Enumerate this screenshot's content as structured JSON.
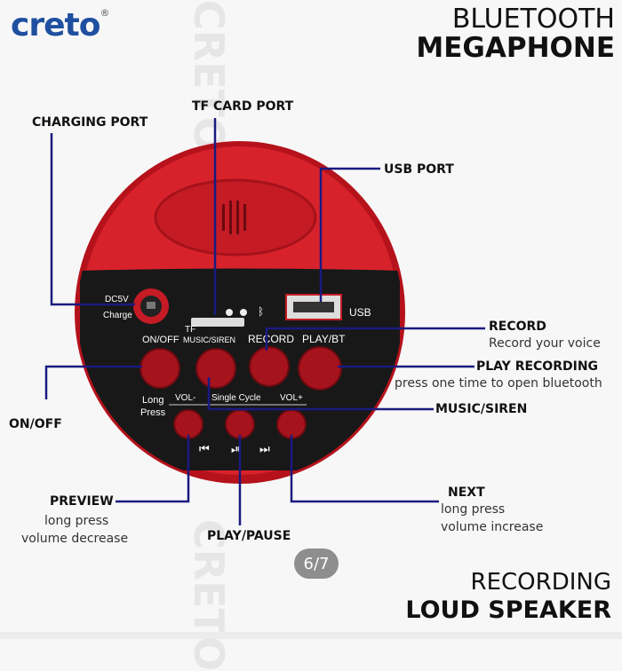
{
  "brand": {
    "name": "creto",
    "mark": "®",
    "watermark": "CRETO"
  },
  "title": {
    "line1": "BLUETOOTH",
    "line2": "MEGAPHONE"
  },
  "footer_title": {
    "line1": "RECORDING",
    "line2": "LOUD SPEAKER"
  },
  "pager": "6/7",
  "callouts": {
    "charging_port": "CHARGING PORT",
    "tf_card_port": "TF CARD PORT",
    "usb_port": "USB PORT",
    "record": "RECORD",
    "record_desc": "Record your voice",
    "play_recording": "PLAY RECORDING",
    "play_recording_desc": "press one time to open bluetooth",
    "on_off": "ON/OFF",
    "music_siren": "MUSIC/SIREN",
    "preview": "PREVIEW",
    "preview_desc1": "long press",
    "preview_desc2": "volume decrease",
    "play_pause": "PLAY/PAUSE",
    "next": "NEXT",
    "next_desc1": "long press",
    "next_desc2": "volume increase"
  },
  "panel": {
    "dc": "DC5V",
    "charge": "Charge",
    "tf": "TF",
    "usb": "USB",
    "onoff": "ON/OFF",
    "music_siren": "MUSIC/SIREN",
    "record": "RECORD",
    "play_bt": "PLAY/BT",
    "long": "Long",
    "press": "Press",
    "vol_minus": "VOL-",
    "single_cycle": "Single Cycle",
    "vol_plus": "VOL+",
    "prev_glyph": "⏮",
    "play_glyph": "⏯",
    "next_glyph": "⏭"
  },
  "colors": {
    "brand": "#1f4fa0",
    "device": "#d0202a",
    "line": "#1a1a80"
  }
}
